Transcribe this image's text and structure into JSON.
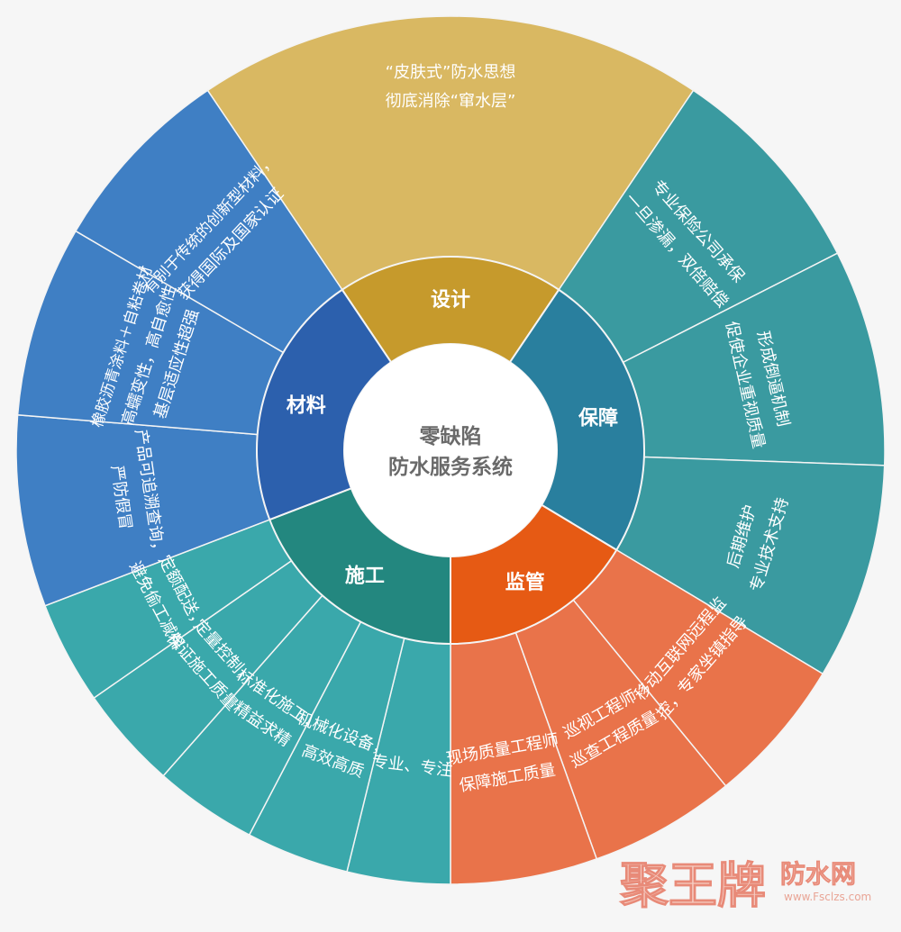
{
  "center": {
    "line1": "零缺陷",
    "line2": "防水服务系统"
  },
  "colors": {
    "design_inner": "#c69a2c",
    "design_outer": "#d9b862",
    "protect_inner": "#297f9e",
    "protect_outer": "#3a9aa0",
    "supervise_inner": "#e65a14",
    "supervise_outer": "#e9734a",
    "construct_inner": "#23877f",
    "construct_outer": "#3aa8ab",
    "material_inner": "#2c60ad",
    "material_outer": "#3f7fc4",
    "center": "#ffffff",
    "center_text": "#6a6a6a"
  },
  "categories": [
    {
      "id": "design",
      "label": "设计",
      "start": 326,
      "end": 34,
      "items": [
        {
          "lines": [
            "“皮肤式”防水思想",
            "彻底消除“窜水层”"
          ]
        }
      ]
    },
    {
      "id": "protect",
      "label": "保障",
      "start": 34,
      "end": 121,
      "items": [
        {
          "lines": [
            "专业保险公司承保",
            "一旦渗漏，双倍赔偿"
          ]
        },
        {
          "lines": [
            "形成倒逼机制",
            "促使企业重视质量"
          ]
        },
        {
          "lines": [
            "后期维护",
            "专业技术支持"
          ]
        }
      ]
    },
    {
      "id": "supervise",
      "label": "监管",
      "start": 121,
      "end": 180,
      "items": [
        {
          "lines": [
            "移动互联网远程监",
            "控，专家坐镇指导"
          ]
        },
        {
          "lines": [
            "巡视工程师",
            "巡查工程质量"
          ]
        },
        {
          "lines": [
            "现场质量工程师",
            "保障施工质量"
          ]
        }
      ]
    },
    {
      "id": "construct",
      "label": "施工",
      "start": 180,
      "end": 249,
      "items": [
        {
          "lines": [
            "专业、专注"
          ]
        },
        {
          "lines": [
            "机械化设备，",
            "高效高质"
          ]
        },
        {
          "lines": [
            "标准化施工，",
            "精益求精"
          ]
        },
        {
          "lines": [
            "定量控制，",
            "保证施工质量"
          ]
        },
        {
          "lines": [
            "定额配送，",
            "避免偷工减料"
          ]
        }
      ]
    },
    {
      "id": "material",
      "label": "材料",
      "start": 249,
      "end": 326,
      "items": [
        {
          "lines": [
            "产品可追溯查询，",
            "严防假冒"
          ]
        },
        {
          "lines": [
            "橡胶沥青涂料＋自粘卷材",
            "高蠕变性，高自愈性",
            "基层适应性超强"
          ]
        },
        {
          "lines": [
            "有别于传统的创新型材料，",
            "获得国际及国家认证"
          ]
        }
      ]
    }
  ],
  "watermark": {
    "brand": "聚王牌",
    "tag": "防水网",
    "url": "www.Fsclzs.com"
  }
}
